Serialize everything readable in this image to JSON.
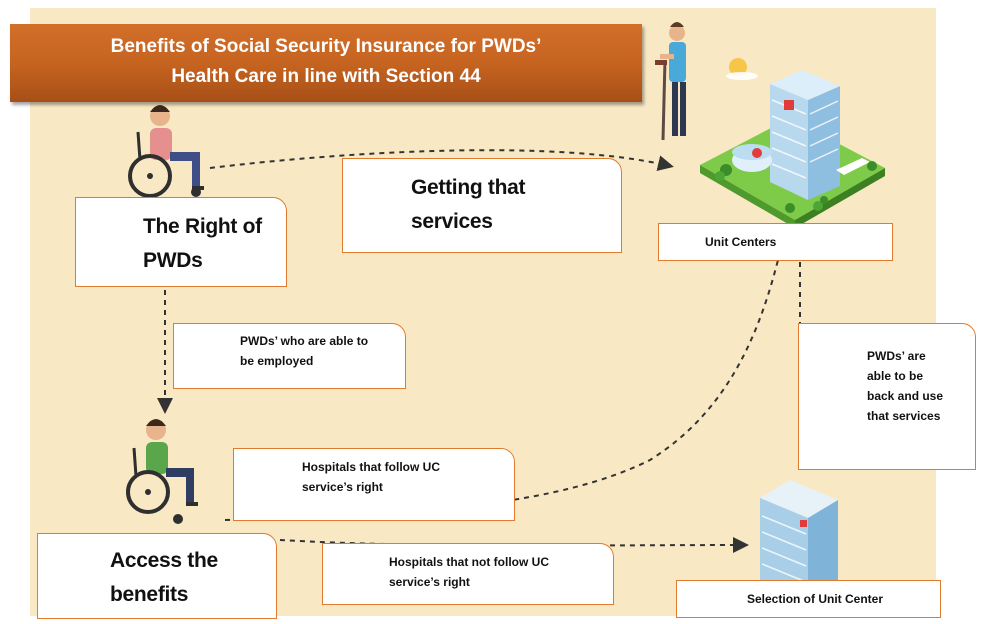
{
  "diagram": {
    "title_line1": "Benefits of Social Security Insurance for PWDs’",
    "title_line2": "Health Care in line with Section 44",
    "right_of_pwds": {
      "line1": "The Right of",
      "line2": "PWDs"
    },
    "getting_services": {
      "line1": "Getting that",
      "line2": "services"
    },
    "unit_centers": "Unit Centers",
    "employed": {
      "line1": "PWDs’ who are able to",
      "line2": "be employed"
    },
    "back_use": {
      "line1": "PWDs’ are",
      "line2": "able to be",
      "line3": "back and use",
      "line4": "that services"
    },
    "hospitals_follow": {
      "line1": "Hospitals that follow UC",
      "line2": "service’s right"
    },
    "access_benefits": {
      "line1": "Access the",
      "line2": "benefits"
    },
    "hospitals_not_follow": {
      "line1": "Hospitals that not follow UC",
      "line2": "service’s right"
    },
    "selection_unit_center": "Selection of Unit Center"
  },
  "colors": {
    "background": "#f8e9c4",
    "banner": "#c4621f",
    "box_border": "#e07a2e",
    "arrow": "#333333"
  },
  "icons": [
    "wheelchair-user-top-icon",
    "standing-person-crutch-icon",
    "sun-icon",
    "hospital-city-icon",
    "wheelchair-user-bottom-icon",
    "small-hospital-building-icon"
  ]
}
